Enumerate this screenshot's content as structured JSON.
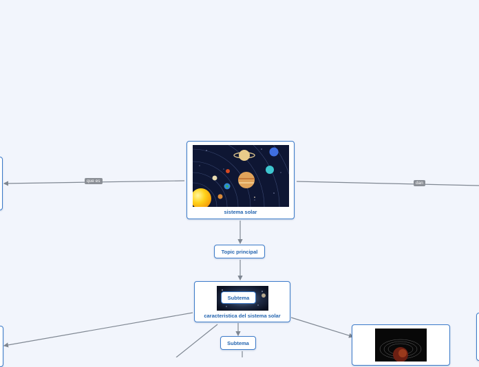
{
  "root_node": {
    "label": "sistema solar",
    "image": "solar-system-illustration"
  },
  "topic_node": {
    "label": "Topic principal"
  },
  "characteristics_node": {
    "label": "caracteristica del sistema solar",
    "overlay_label": "Subtema",
    "image": "galaxy-photo"
  },
  "subtopic_node": {
    "label": "Subtema"
  },
  "edge_labels": {
    "left": "que es",
    "right": "dan"
  },
  "bottom_right_node": {
    "image": "dark-planet-rings-illustration"
  },
  "colors": {
    "background": "#f2f5fc",
    "node_border": "#3b7ac9",
    "text": "#2465b0",
    "connector": "#7f8792",
    "tag": "#8b8f96"
  }
}
